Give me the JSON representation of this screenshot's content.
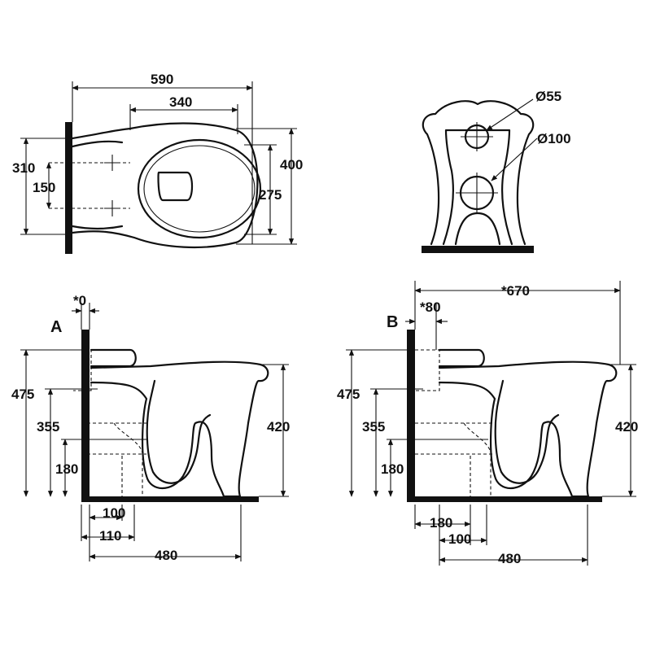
{
  "top_view": {
    "overall_length": "590",
    "seat_length": "340",
    "overall_width": "400",
    "seat_width": "275",
    "bracket_height": "310",
    "bracket_spacing": "150"
  },
  "front_view": {
    "inlet_diameter": "Ø55",
    "outlet_diameter": "Ø100"
  },
  "side_a": {
    "label": "A",
    "wall_gap": "*0",
    "total_height": "475",
    "rim_height": "420",
    "inlet_height": "355",
    "outlet_height": "180",
    "outlet_offset_100": "100",
    "outlet_offset_110": "110",
    "depth": "480"
  },
  "side_b": {
    "label": "B",
    "overall_depth": "*670",
    "wall_gap": "*80",
    "total_height": "475",
    "rim_height": "420",
    "inlet_height": "355",
    "outlet_height": "180",
    "outlet_offset_180": "180",
    "outlet_offset_100": "100",
    "depth": "480"
  }
}
